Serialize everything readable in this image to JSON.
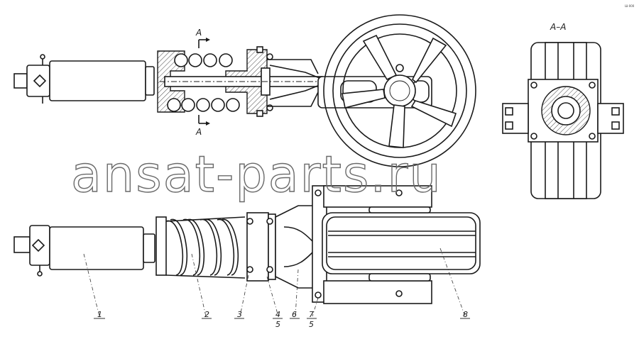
{
  "section_marker": "A",
  "section_title": "A–A",
  "watermark": "ansat-parts.ru",
  "corner_tag": "Ш-000",
  "part_labels": [
    "1",
    "2",
    "3",
    "4",
    "5",
    "6",
    "7",
    "5",
    "8"
  ],
  "colors": {
    "line": "#1a1a1a",
    "watermark": "#6a6a6a",
    "background": "#ffffff"
  }
}
